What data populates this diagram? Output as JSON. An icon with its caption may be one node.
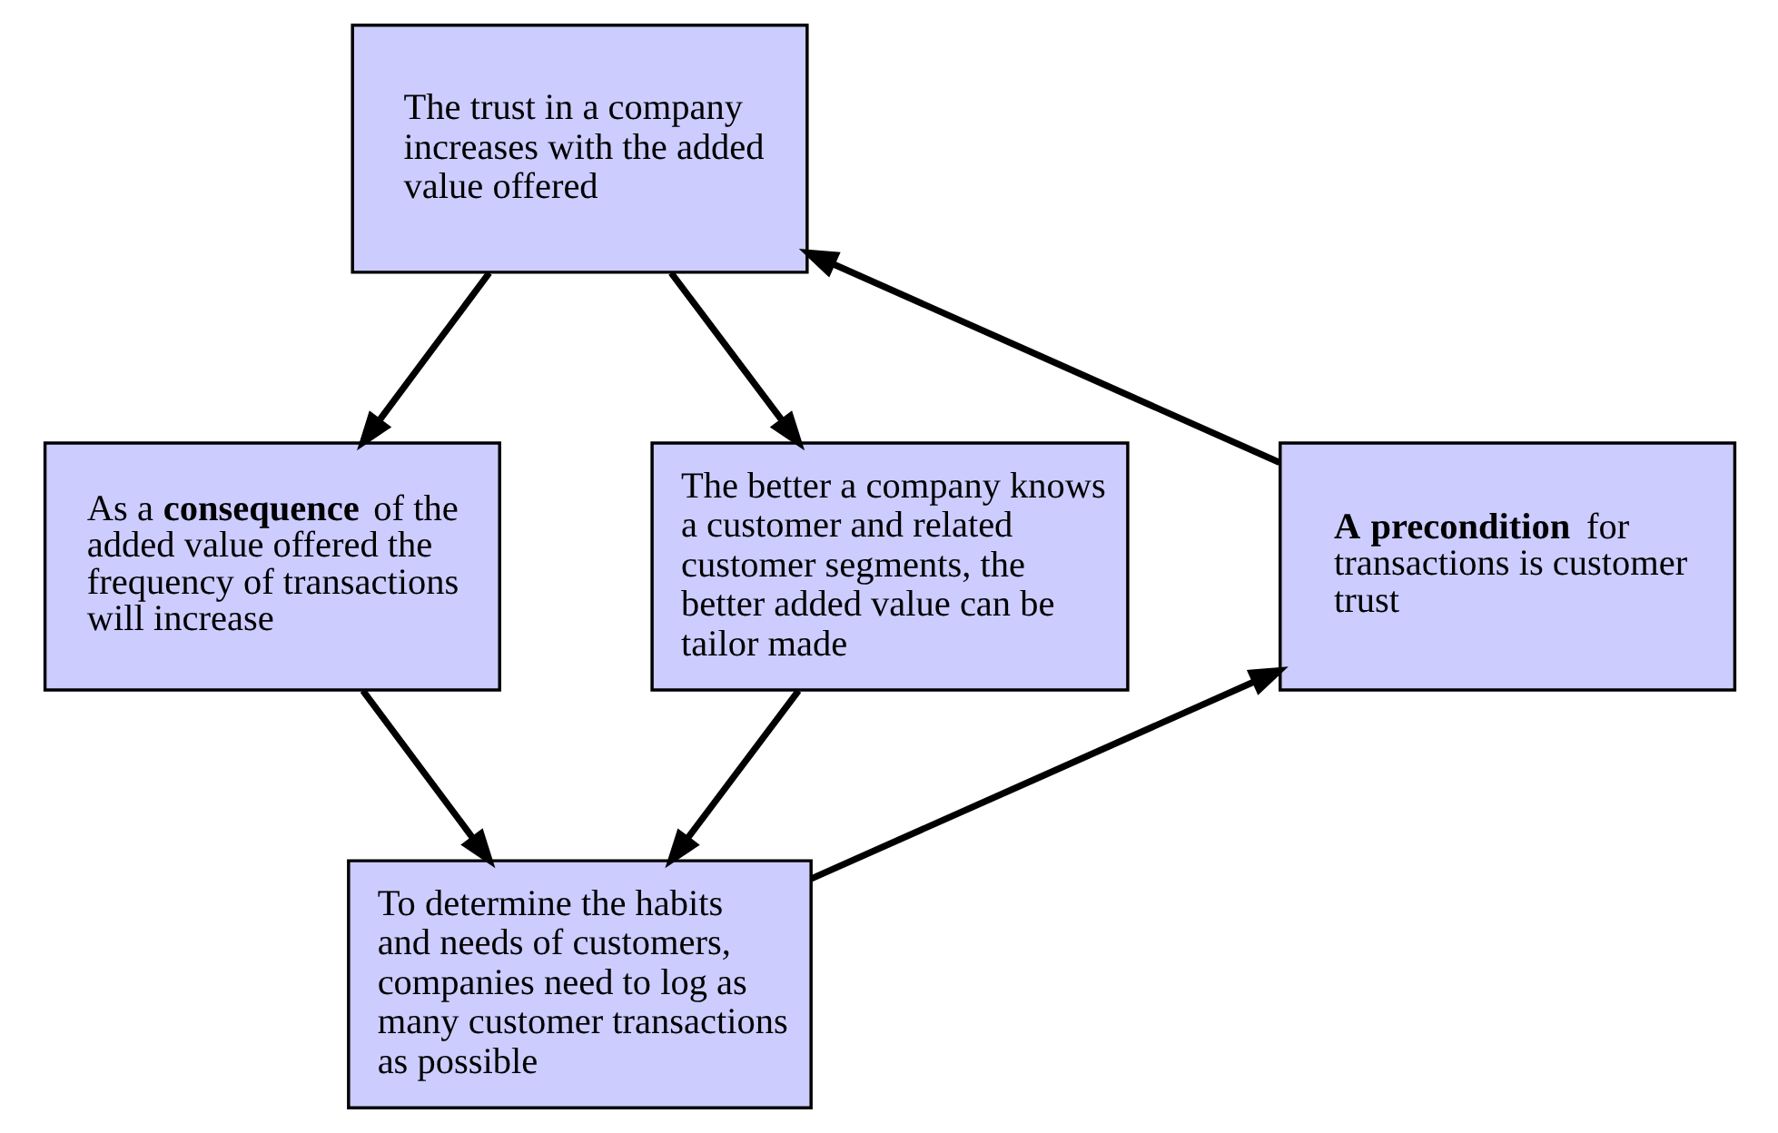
{
  "diagram": {
    "nodes": [
      {
        "text": [
          "The trust in a company increases with the added value offered"
        ]
      },
      {
        "text": [
          "As a **consequence** of the added value offered the frequency of transactions will increase"
        ]
      },
      {
        "text": [
          "The better a company knows a customer and related customer segments, the better added value can be tailor made"
        ]
      },
      {
        "text": [
          "**A precondition** for transactions is customer trust"
        ]
      },
      {
        "text": [
          "To determine the habits and needs of customers, companies need to log as many customer transactions as possible"
        ]
      }
    ],
    "edges": [
      {
        "from": 0,
        "to": 1,
        "arrow": "to"
      },
      {
        "from": 0,
        "to": 2,
        "arrow": "to"
      },
      {
        "from": 2,
        "to": 4,
        "arrow": "to"
      },
      {
        "from": 1,
        "to": 4,
        "arrow": "to"
      },
      {
        "from": 4,
        "to": 3,
        "arrow": "to"
      },
      {
        "from": 3,
        "to": 0,
        "arrow": "to"
      }
    ]
  }
}
